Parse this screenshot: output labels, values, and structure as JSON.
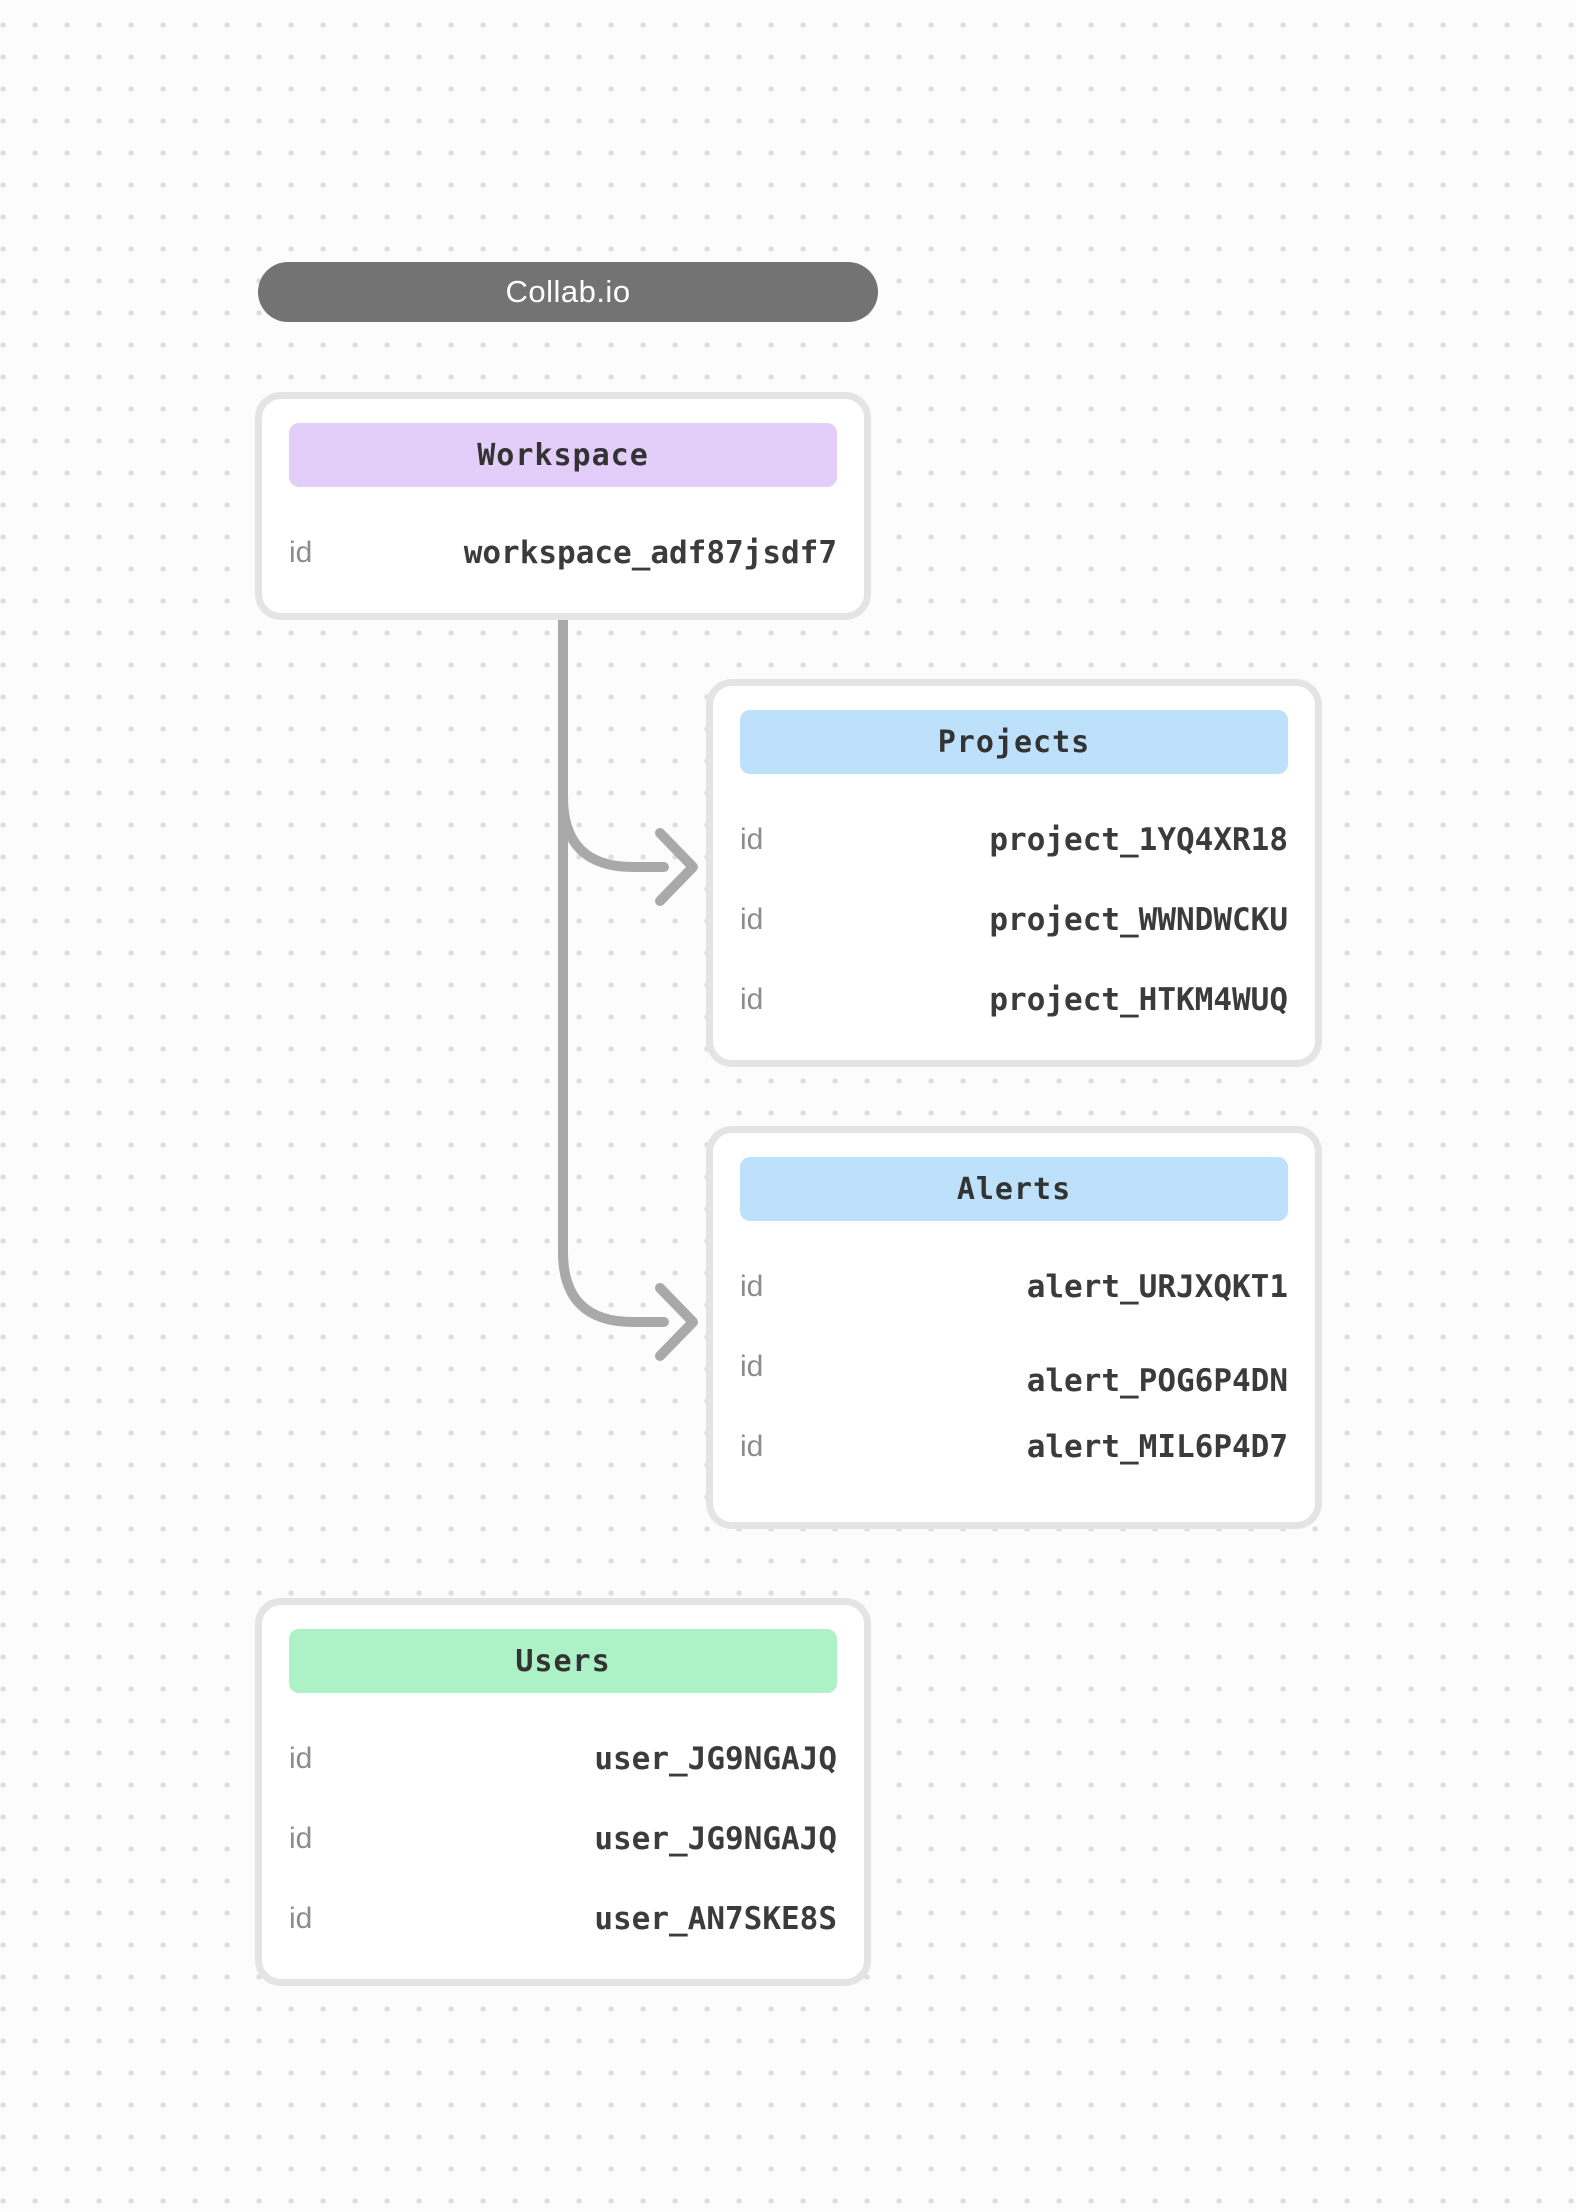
{
  "diagram": {
    "title_pill": {
      "label": "Collab.io",
      "bg_color": "#737373",
      "text_color": "#ffffff"
    },
    "connector": {
      "color": "#a9a9a9",
      "style": "rounded-elbow-arrows",
      "links": [
        {
          "from": "workspace",
          "to": "projects"
        },
        {
          "from": "workspace",
          "to": "alerts"
        }
      ]
    },
    "entities": [
      {
        "key": "workspace",
        "title": "Workspace",
        "header_color": "#e3cdf9",
        "rows": [
          {
            "key": "id",
            "value": "workspace_adf87jsdf7"
          }
        ]
      },
      {
        "key": "projects",
        "title": "Projects",
        "header_color": "#bde0fb",
        "rows": [
          {
            "key": "id",
            "value": "project_1YQ4XR18"
          },
          {
            "key": "id",
            "value": "project_WWNDWCKU"
          },
          {
            "key": "id",
            "value": "project_HTKM4WUQ"
          }
        ]
      },
      {
        "key": "alerts",
        "title": "Alerts",
        "header_color": "#bde0fb",
        "rows": [
          {
            "key": "id",
            "value": "alert_URJXQKT1"
          },
          {
            "key": "id",
            "value": "alert_POG6P4DN"
          },
          {
            "key": "id",
            "value": "alert_MIL6P4D7"
          }
        ]
      },
      {
        "key": "users",
        "title": "Users",
        "header_color": "#adf1c7",
        "rows": [
          {
            "key": "id",
            "value": "user_JG9NGAJQ"
          },
          {
            "key": "id",
            "value": "user_JG9NGAJQ"
          },
          {
            "key": "id",
            "value": "user_AN7SKE8S"
          }
        ]
      }
    ]
  }
}
